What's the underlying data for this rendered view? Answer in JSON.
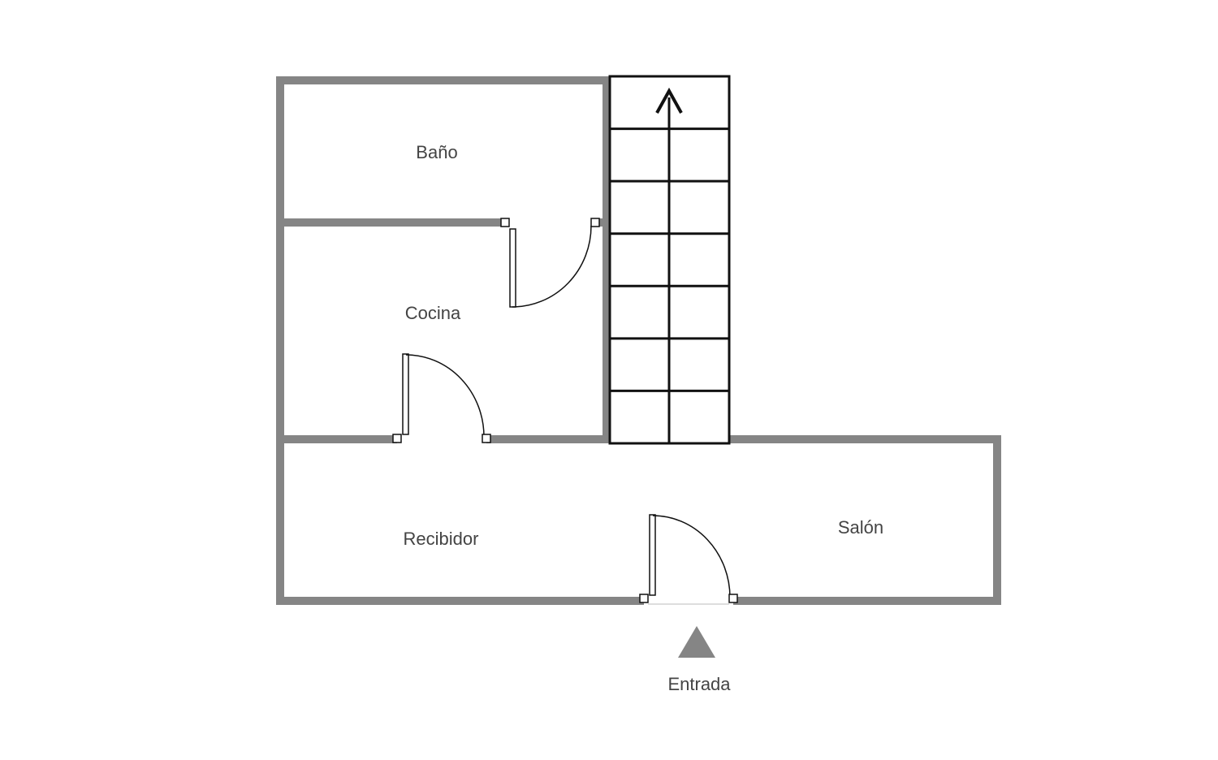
{
  "rooms": {
    "bano": "Baño",
    "cocina": "Cocina",
    "recibidor": "Recibidor",
    "salon": "Salón"
  },
  "entrance": {
    "label": "Entrada"
  },
  "colors": {
    "wall": "#858585",
    "stairs": "#111111",
    "door": "#111111",
    "entrance_marker": "#858585",
    "label": "#444444"
  },
  "stairs": {
    "steps": 7,
    "direction": "up"
  }
}
